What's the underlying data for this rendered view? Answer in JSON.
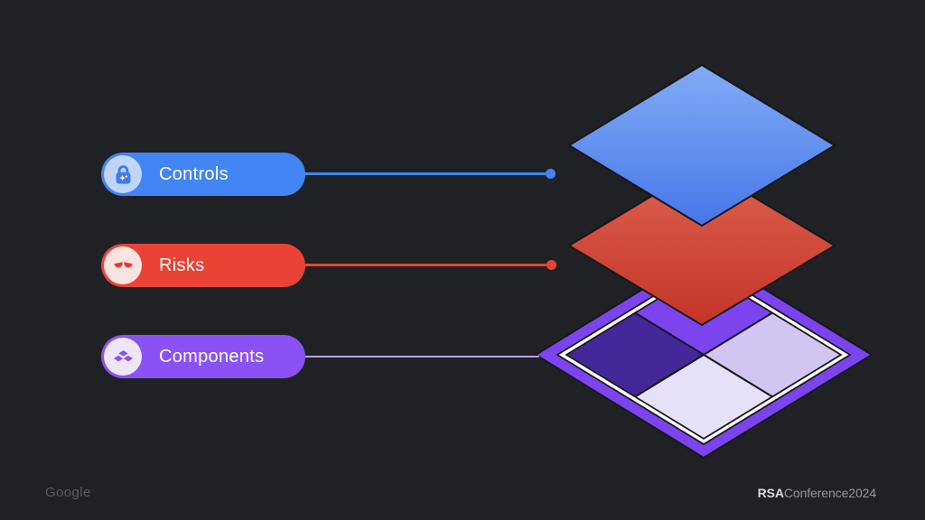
{
  "canvas": {
    "background": "#202124"
  },
  "legend": {
    "label_color": "#FFFFFF",
    "items": [
      {
        "label": "Controls",
        "pill_color": "#4285F4",
        "icon": "lock-sparkle-icon",
        "icon_bg": "#BFD5FB",
        "icon_color": "#3D7DF1",
        "line_color": "#4285F4",
        "end_dot": true
      },
      {
        "label": "Risks",
        "pill_color": "#EA4335",
        "icon": "villain-mask-icon",
        "icon_bg": "#F9E4E1",
        "icon_color": "#E23E2E",
        "line_color": "#EA4335",
        "end_dot": true
      },
      {
        "label": "Components",
        "pill_color": "#8A52F5",
        "icon": "stacked-diamonds-icon",
        "icon_bg": "#EDE6FC",
        "icon_color": "#8A52F5",
        "line_color": "#B4A1ED",
        "end_dot": false
      }
    ]
  },
  "diagram": {
    "layers": [
      {
        "name": "Controls layer",
        "shape": "diamond",
        "gradient_top": "#82ABF6",
        "gradient_bottom": "#4677E9",
        "outline": "#17171B"
      },
      {
        "name": "Risks layer",
        "shape": "diamond",
        "gradient_top": "#DE6150",
        "gradient_bottom": "#C43528",
        "outline": "#17171B"
      },
      {
        "name": "Components layer",
        "shape": "tiled-diamond",
        "frame_color": "#7C44EF",
        "border_color": "#FFFFFF",
        "outline": "#17171B",
        "tiles": {
          "top": "#7C44EF",
          "left": "#44289A",
          "right": "#D3C5F2",
          "bottom": "#E7E0F9"
        }
      }
    ]
  },
  "footer": {
    "brand_left": {
      "text": "Google",
      "color": "#5A5D61"
    },
    "brand_right": {
      "bold": "RSA",
      "rest": "Conference2024",
      "bold_color": "#D8DADD",
      "rest_color": "#95989D"
    }
  }
}
